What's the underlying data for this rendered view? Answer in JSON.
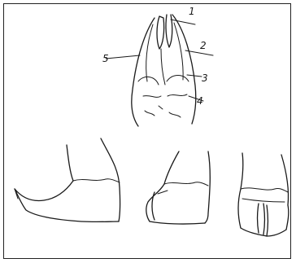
{
  "figure": {
    "callout_labels": [
      "1",
      "2",
      "3",
      "4",
      "5"
    ],
    "views": [
      "front-view-of-hooves",
      "side-view-long-toe",
      "side-view-short-hoof",
      "rear-view-of-hoof"
    ]
  }
}
